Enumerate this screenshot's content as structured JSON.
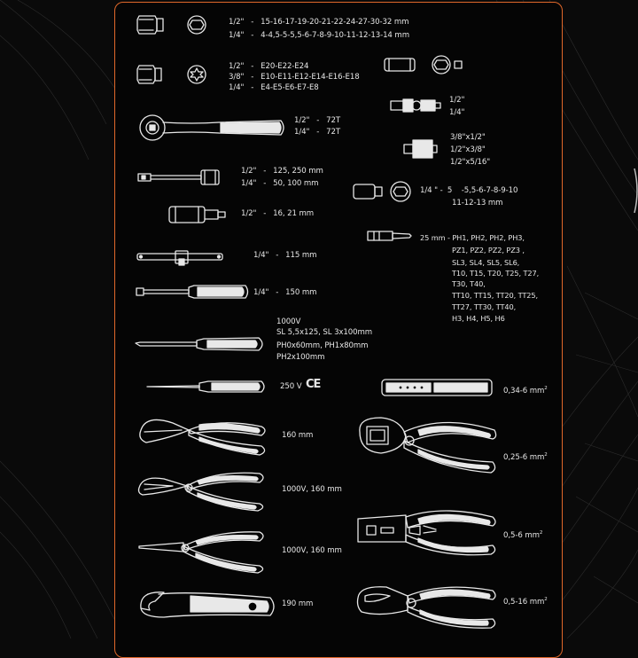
{
  "colors": {
    "frame": "#e0682a",
    "background": "#050505",
    "line": "#e8e8e8"
  },
  "sockets": {
    "l1": "1/2\"   -   15-16-17-19-20-21-22-24-27-30-32 mm",
    "l2": "1/4\"   -   4-4,5-5-5,5-6-7-8-9-10-11-12-13-14 mm"
  },
  "torx_sockets": {
    "l1": "1/2\"   -   E20-E22-E24",
    "l2": "3/8\"   -   E10-E11-E12-E14-E16-E18",
    "l3": "1/4\"   -   E4-E5-E6-E7-E8"
  },
  "ratchet": {
    "l1": "1/2\"   -   72T",
    "l2": "1/4\"   -   72T"
  },
  "extension": {
    "l1": "1/2\"   -   125, 250 mm",
    "l2": "1/4\"   -   50, 100 mm"
  },
  "spark_plug": {
    "l1": "1/2\"   -   16, 21 mm"
  },
  "t_bar": {
    "l1": "1/4\"   -   115 mm"
  },
  "driver_handle": {
    "l1": "1/4\"   -   150 mm"
  },
  "screwdriver": {
    "l1": "1000V",
    "l2": "SL 5,5x125, SL 3x100mm",
    "l3": "PH0x60mm, PH1x80mm",
    "l4": "PH2x100mm"
  },
  "voltage_tester": {
    "l1": "250 V",
    "ce": "CE"
  },
  "cutters": {
    "l1": "160 mm"
  },
  "combination_pliers": {
    "l1": "1000V, 160 mm"
  },
  "long_nose_pliers": {
    "l1": "1000V, 160 mm"
  },
  "cable_knife": {
    "l1": "190 mm"
  },
  "universal_joint": {
    "l1": "1/2\"",
    "l2": "1/4\""
  },
  "adapters": {
    "l1": "3/8\"x1/2\"",
    "l2": "1/2\"x3/8\"",
    "l3": "1/2\"x5/16\""
  },
  "bit_sockets": {
    "l1": "1/4 \" -  5    -5,5-6-7-8-9-10",
    "l2": "11-12-13 mm"
  },
  "bits": {
    "lines": [
      "25 mm - PH1, PH2, PH2, PH3,",
      "PZ1, PZ2, PZ2, PZ3 ,",
      "SL3, SL4, SL5, SL6,",
      "T10, T15, T20, T25, T27,",
      "T30, T40,",
      "TT10, TT15, TT20, TT25,",
      "TT27, TT30, TT40,",
      "H3, H4, H5, H6"
    ]
  },
  "stripper": {
    "value": "0,34-6 mm",
    "unit_sup": "2"
  },
  "crimper1": {
    "value": "0,25-6 mm",
    "unit_sup": "2"
  },
  "crimper2": {
    "value": "0,5-6 mm",
    "unit_sup": "2"
  },
  "crimper3": {
    "value": "0,5-16 mm",
    "unit_sup": "2"
  }
}
